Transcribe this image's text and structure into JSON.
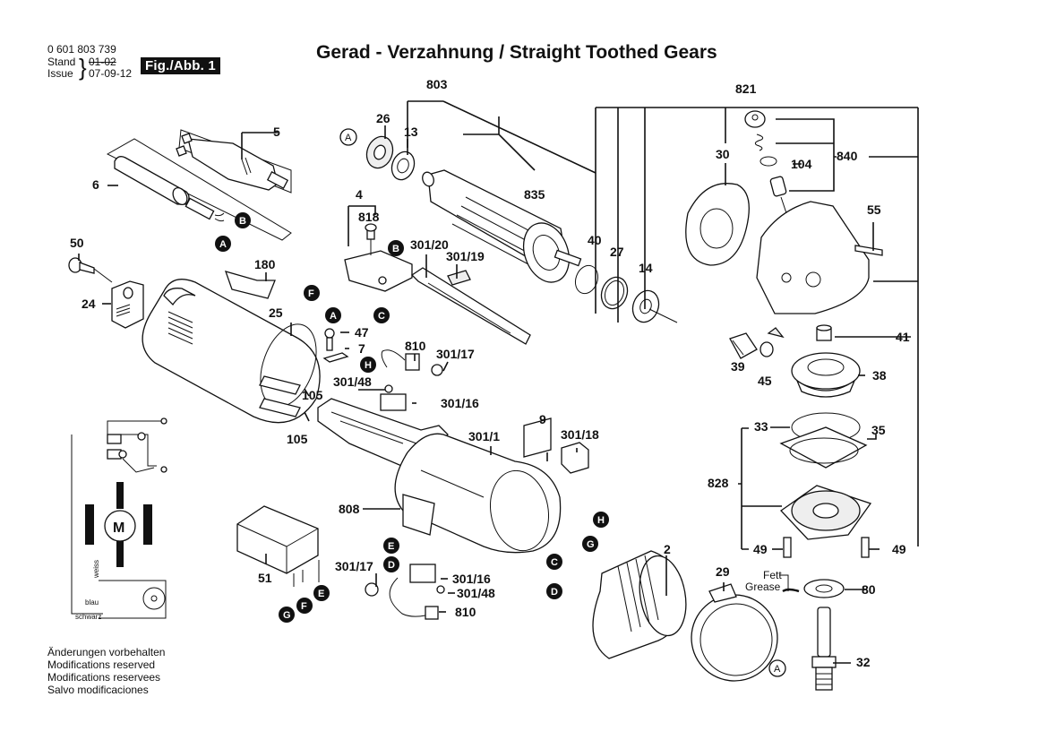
{
  "header": {
    "part_number": "0 601 803 739",
    "stand_label": "Stand",
    "issue_label": "Issue",
    "stand_value_struck": "01-02",
    "issue_value": "07-09-12",
    "figure_badge": "Fig./Abb. 1"
  },
  "title": "Gerad - Verzahnung / Straight Toothed Gears",
  "notes": [
    "Änderungen vorbehalten",
    "Modifications reserved",
    "Modifications reservees",
    "Salvo modificaciones"
  ],
  "grease_note": {
    "de": "Fett",
    "en": "Grease"
  },
  "wiring": {
    "motor_symbol": "M",
    "wire_white": "weiss",
    "wire_blue": "blau",
    "wire_black": "schwarz"
  },
  "parts": [
    {
      "id": "p5",
      "num": "5"
    },
    {
      "id": "p6",
      "num": "6"
    },
    {
      "id": "p50",
      "num": "50"
    },
    {
      "id": "p24",
      "num": "24"
    },
    {
      "id": "p180",
      "num": "180"
    },
    {
      "id": "p25",
      "num": "25"
    },
    {
      "id": "p105a",
      "num": "105"
    },
    {
      "id": "p105b",
      "num": "105"
    },
    {
      "id": "p4",
      "num": "4"
    },
    {
      "id": "p818",
      "num": "818"
    },
    {
      "id": "p301_20",
      "num": "301/20"
    },
    {
      "id": "p301_19",
      "num": "301/19"
    },
    {
      "id": "p47",
      "num": "47"
    },
    {
      "id": "p7",
      "num": "7"
    },
    {
      "id": "p810a",
      "num": "810"
    },
    {
      "id": "p301_17a",
      "num": "301/17"
    },
    {
      "id": "p301_48a",
      "num": "301/48"
    },
    {
      "id": "p301_16a",
      "num": "301/16"
    },
    {
      "id": "p803",
      "num": "803"
    },
    {
      "id": "p26",
      "num": "26"
    },
    {
      "id": "p13",
      "num": "13"
    },
    {
      "id": "p835",
      "num": "835"
    },
    {
      "id": "p40",
      "num": "40"
    },
    {
      "id": "p27",
      "num": "27"
    },
    {
      "id": "p14",
      "num": "14"
    },
    {
      "id": "p821",
      "num": "821"
    },
    {
      "id": "p30",
      "num": "30"
    },
    {
      "id": "p104",
      "num": "104"
    },
    {
      "id": "p840",
      "num": "840"
    },
    {
      "id": "p55",
      "num": "55"
    },
    {
      "id": "p41",
      "num": "41"
    },
    {
      "id": "p39",
      "num": "39"
    },
    {
      "id": "p45",
      "num": "45"
    },
    {
      "id": "p38",
      "num": "38"
    },
    {
      "id": "p33",
      "num": "33"
    },
    {
      "id": "p35",
      "num": "35"
    },
    {
      "id": "p828",
      "num": "828"
    },
    {
      "id": "p49a",
      "num": "49"
    },
    {
      "id": "p49b",
      "num": "49"
    },
    {
      "id": "p80",
      "num": "80"
    },
    {
      "id": "p32",
      "num": "32"
    },
    {
      "id": "p29",
      "num": "29"
    },
    {
      "id": "p2",
      "num": "2"
    },
    {
      "id": "p9",
      "num": "9"
    },
    {
      "id": "p301_1",
      "num": "301/1"
    },
    {
      "id": "p301_18",
      "num": "301/18"
    },
    {
      "id": "p808",
      "num": "808"
    },
    {
      "id": "p51",
      "num": "51"
    },
    {
      "id": "p301_17b",
      "num": "301/17"
    },
    {
      "id": "p301_16b",
      "num": "301/16"
    },
    {
      "id": "p301_48b",
      "num": "301/48"
    },
    {
      "id": "p810b",
      "num": "810"
    }
  ],
  "connectors": {
    "A": "A",
    "B": "B",
    "C": "C",
    "D": "D",
    "E": "E",
    "F": "F",
    "G": "G",
    "H": "H"
  }
}
